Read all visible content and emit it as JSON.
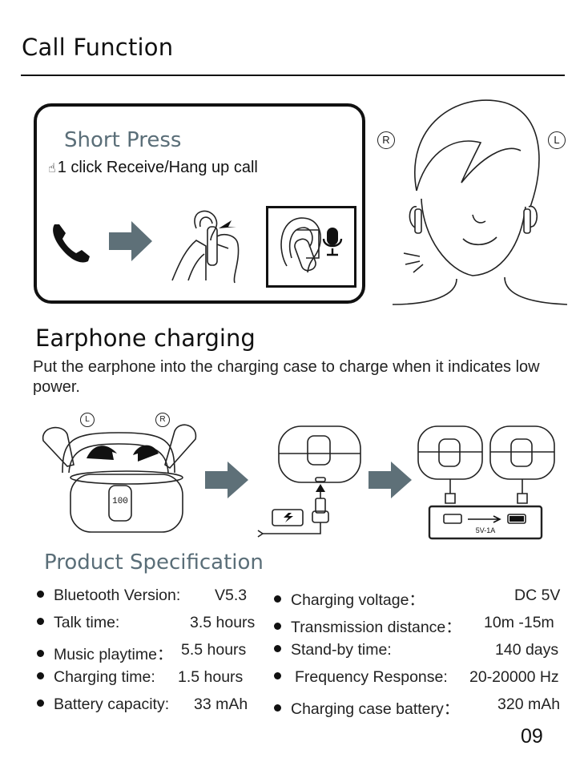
{
  "header": {
    "title": "Call Function"
  },
  "call": {
    "short_press_title": "Short Press",
    "short_press_desc": "1 click Receive/Hang up call",
    "right_marker": "R",
    "left_marker": "L"
  },
  "charging": {
    "title": "Earphone charging",
    "description": "Put the earphone into the charging case to charge when it indicates low power.",
    "case_display": "100",
    "spec_label": "5V-1A"
  },
  "specs": {
    "title": "Product Specification",
    "left": [
      {
        "label": "Bluetooth Version:",
        "value": "V5.3"
      },
      {
        "label": "Talk time:",
        "value": "3.5 hours"
      },
      {
        "label": "Music playtime：",
        "value": "5.5 hours"
      },
      {
        "label": "Charging time:",
        "value": "1.5 hours"
      },
      {
        "label": "Battery capacity:",
        "value": "33 mAh"
      }
    ],
    "right": [
      {
        "label": "Charging voltage：",
        "value": "DC 5V"
      },
      {
        "label": "Transmission distance：",
        "value": "10m -15m"
      },
      {
        "label": "Stand-by time:",
        "value": "140 days"
      },
      {
        "label": "Frequency Response:",
        "value": "20-20000 Hz"
      },
      {
        "label": "Charging case battery：",
        "value": "320 mAh"
      }
    ]
  },
  "footer": {
    "page_number": "09"
  }
}
